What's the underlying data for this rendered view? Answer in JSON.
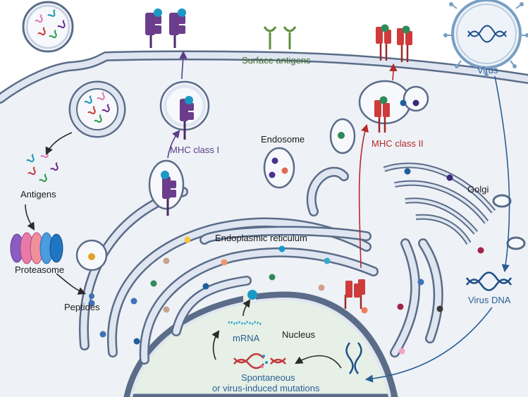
{
  "labels": {
    "surface_antigens": "Surface antigens",
    "virus": "Virus",
    "endosome": "Endosome",
    "mhc_class_i": "MHC class I",
    "mhc_class_ii": "MHC class II",
    "golgi": "Golgi",
    "antigens": "Antigens",
    "proteasome": "Proteasome",
    "peptides": "Peptides",
    "endoplasmic_reticulum": "Endoplasmic reticulum",
    "virus_dna": "Virus DNA",
    "mrna": "mRNA",
    "nucleus": "Nucleus",
    "mutations_line1": "Spontaneous",
    "mutations_line2": "or virus-induced mutations"
  },
  "colors": {
    "membrane": "#5a6c88",
    "membrane_light": "#dfe6f1",
    "cytoplasm": "#eef1f6",
    "nucleus": "#e6f0e7",
    "mhc_class_i": "#6b3d8c",
    "mhc_class_ii": "#cf3b3b",
    "surface_antigen": "#5d8f3c",
    "virus_dna": "#1e4f8a",
    "arrow_dark": "#2b2b2b",
    "arrow_purple": "#5a3d8a",
    "arrow_red": "#b22c2c",
    "arrow_blue": "#2b5f94"
  },
  "icons": {
    "mhc_class_i": "mhc-class-i-molecule-icon",
    "mhc_class_ii": "mhc-class-ii-molecule-icon",
    "surface_antigen": "y-shaped-receptor-icon",
    "virus": "virus-particle-icon",
    "dna": "dna-double-helix-icon",
    "proteasome": "proteasome-barrel-icon"
  }
}
